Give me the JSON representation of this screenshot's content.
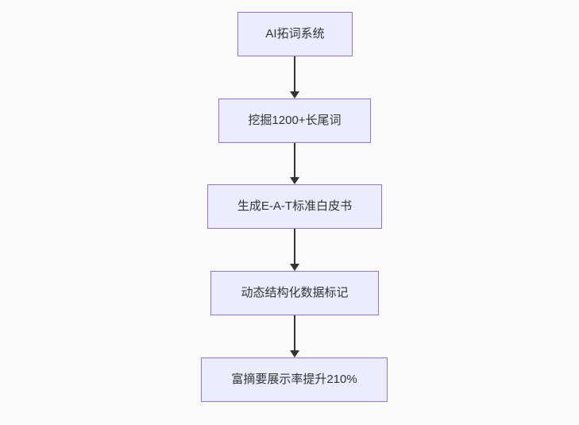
{
  "flowchart": {
    "direction": "top-down",
    "nodes": [
      {
        "label": "AI拓词系统"
      },
      {
        "label": "挖掘1200+长尾词"
      },
      {
        "label": "生成E-A-T标准白皮书"
      },
      {
        "label": "动态结构化数据标记"
      },
      {
        "label": "富摘要展示率提升210%"
      }
    ],
    "edges": [
      {
        "from": "AI拓词系统",
        "to": "挖掘1200+长尾词"
      },
      {
        "from": "挖掘1200+长尾词",
        "to": "生成E-A-T标准白皮书"
      },
      {
        "from": "生成E-A-T标准白皮书",
        "to": "动态结构化数据标记"
      },
      {
        "from": "动态结构化数据标记",
        "to": "富摘要展示率提升210%"
      }
    ]
  },
  "colors": {
    "canvas-bg": "#fafafa",
    "node-fill": "#ECECFF",
    "node-border": "#9370DB",
    "node-text": "#333333",
    "arrow-color": "#333333"
  }
}
